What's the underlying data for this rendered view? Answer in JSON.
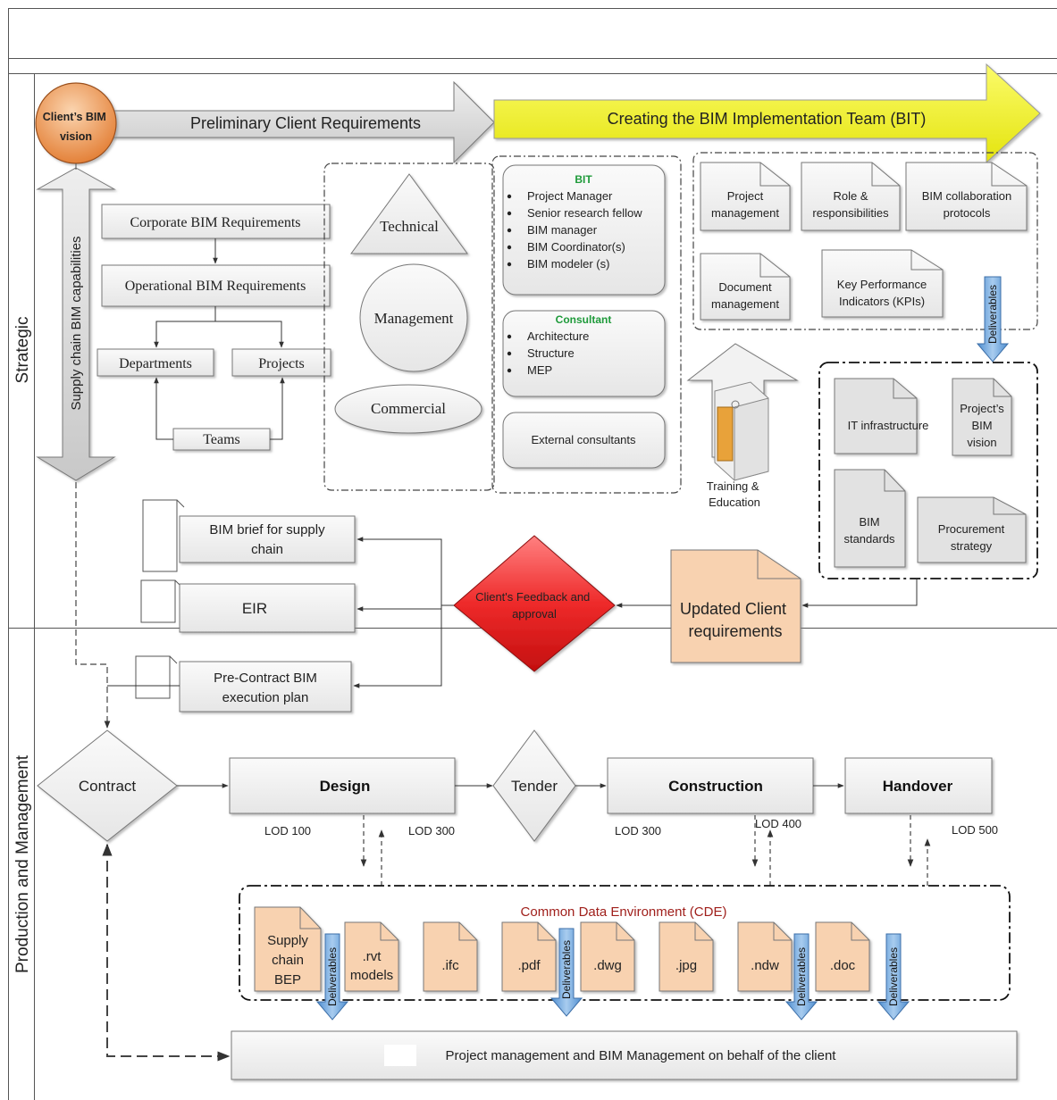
{
  "lanes": {
    "strategic": "Strategic",
    "production": "Production and Management"
  },
  "top_flow": {
    "vision": [
      "Client’s BIM",
      "vision"
    ],
    "preliminary": "Preliminary Client Requirements",
    "creating_team": "Creating the BIM Implementation Team (BIT)"
  },
  "supply_chain": "Supply chain  BIM capabilities",
  "requirements": {
    "corporate": "Corporate BIM Requirements",
    "operational": "Operational BIM Requirements",
    "departments": "Departments",
    "projects": "Projects",
    "teams": "Teams"
  },
  "aspects": {
    "technical": "Technical",
    "management": "Management",
    "commercial": "Commercial"
  },
  "team": {
    "bit_title": "BIT",
    "bit_members": [
      "Project Manager",
      "Senior research fellow",
      "BIM manager",
      "BIM Coordinator(s)",
      "BIM modeler (s)"
    ],
    "consultant_title": "Consultant",
    "consultant_members": [
      "Architecture",
      "Structure",
      "MEP"
    ],
    "external": "External consultants"
  },
  "bit_docs": {
    "project_management": [
      "Project",
      "management"
    ],
    "role": [
      "Role &",
      "responsibilities"
    ],
    "collaboration": [
      "BIM collaboration",
      "protocols"
    ],
    "document_management": [
      "Document",
      "management"
    ],
    "kpi": [
      "Key Performance",
      "Indicators (KPIs)"
    ]
  },
  "training": [
    "Training &",
    "Education"
  ],
  "deliverables_label": "Deliverables",
  "deliverable_docs": {
    "it": "IT infrastructure",
    "project_vision": [
      "Project’s",
      "BIM",
      "vision"
    ],
    "standards": [
      "BIM",
      "standards"
    ],
    "procurement": [
      "Procurement",
      "strategy"
    ]
  },
  "outputs": {
    "brief": [
      "BIM brief for supply",
      "chain"
    ],
    "eir": "EIR",
    "pre_contract": [
      "Pre-Contract BIM",
      "execution plan"
    ]
  },
  "feedback": [
    "Client's Feedback and",
    "approval"
  ],
  "updated_requirements": [
    "Updated Client",
    "requirements"
  ],
  "process": {
    "contract": "Contract",
    "design": "Design",
    "tender": "Tender",
    "construction": "Construction",
    "handover": "Handover"
  },
  "lod": {
    "design_in": "LOD 100",
    "design_out": "LOD 300",
    "construction_in": "LOD 300",
    "construction_out": "LOD 400",
    "handover_out": "LOD 500"
  },
  "cde": {
    "title": "Common Data Environment (CDE)",
    "files": [
      [
        "Supply",
        "chain",
        "BEP"
      ],
      [
        ".rvt",
        "models"
      ],
      [
        ".ifc"
      ],
      [
        ".pdf"
      ],
      [
        ".dwg"
      ],
      [
        ".jpg"
      ],
      [
        ".ndw"
      ],
      [
        ".doc"
      ]
    ]
  },
  "pm_bar": "Project management and BIM Management on behalf of the client",
  "colors": {
    "yellow_arrow": "#f4f41a",
    "orange_circle": "#e07a2e",
    "peach_doc": "#f8d2b0",
    "red_diamond": "#e8202a",
    "deliverable_blue": "#6ea4d8",
    "cde_title": "#a0201c",
    "bit_title": "#1e9a3a"
  }
}
